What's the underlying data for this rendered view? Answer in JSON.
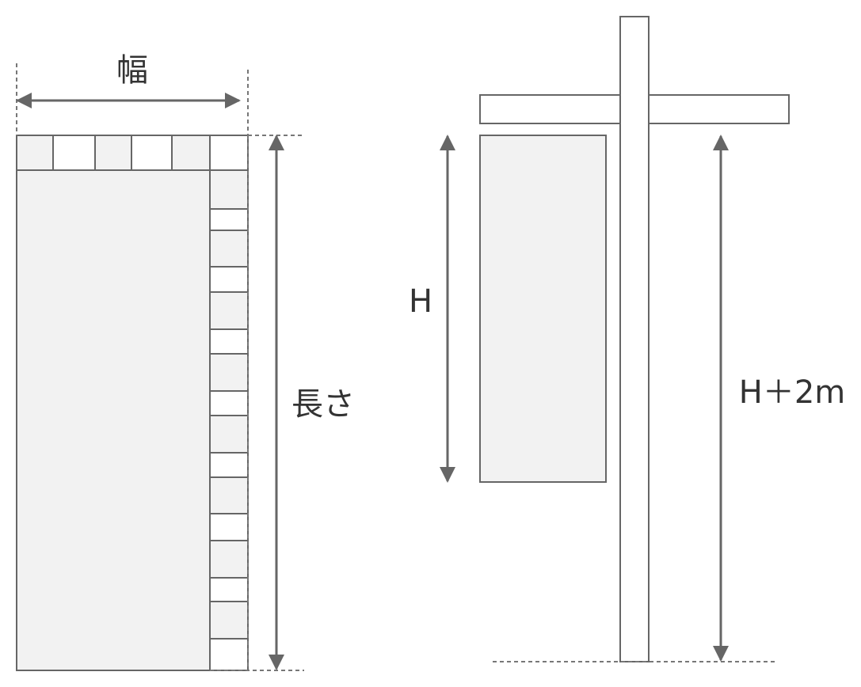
{
  "labels": {
    "width": "幅",
    "length": "長さ",
    "height": "H",
    "total_height": "H＋2m"
  },
  "colors": {
    "stroke": "#666666",
    "fill": "#f2f2f2",
    "arrow": "#666666",
    "text": "#333333"
  }
}
